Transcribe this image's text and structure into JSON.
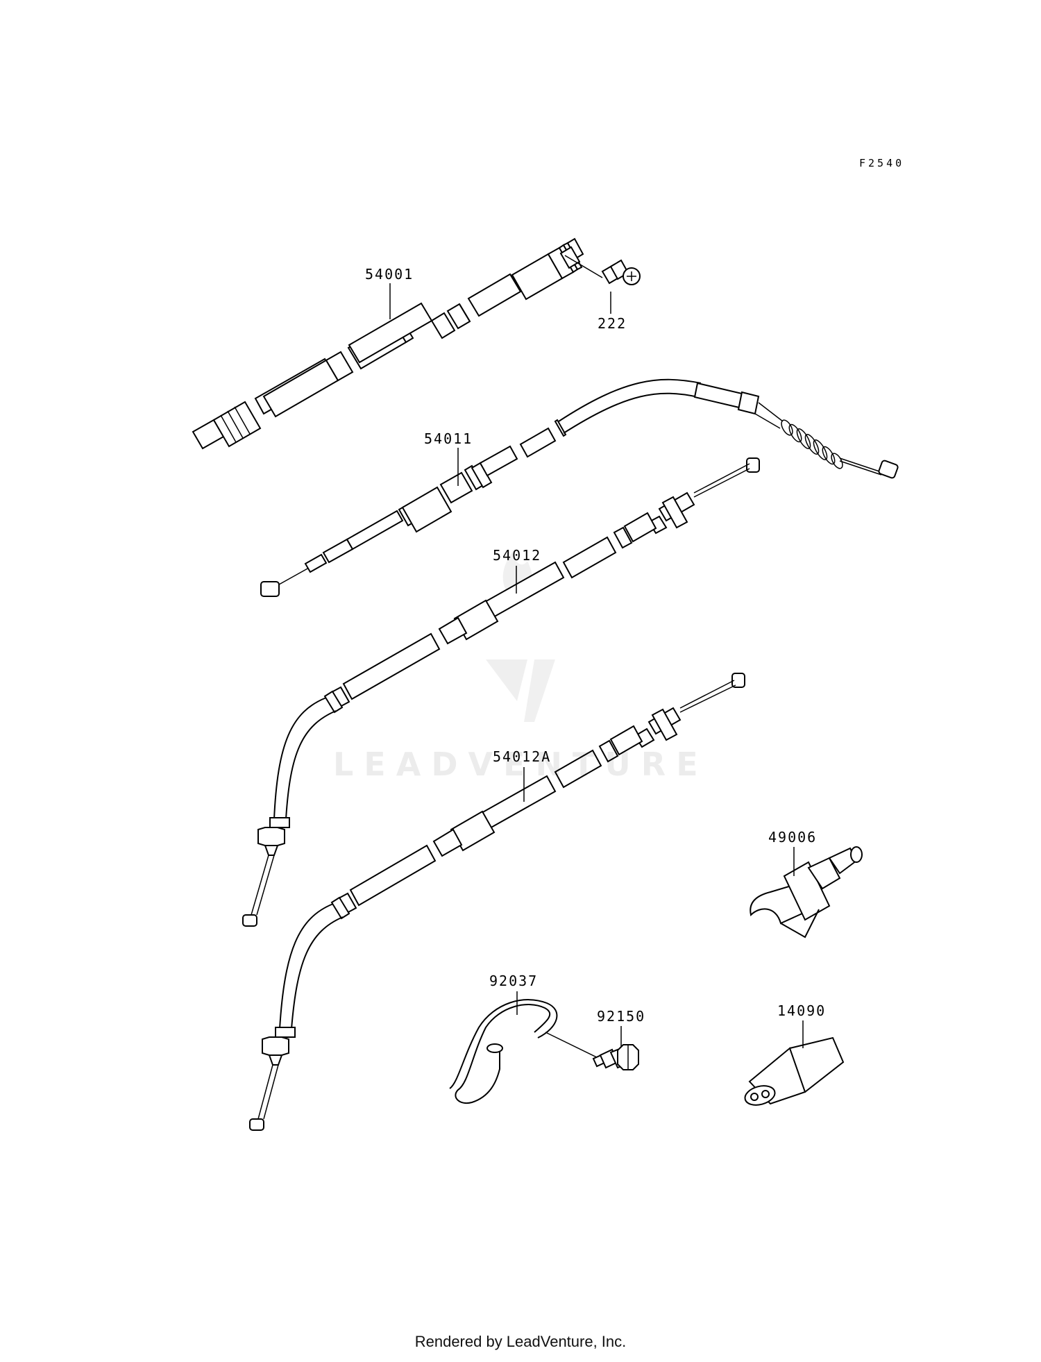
{
  "figure_id": "F2540",
  "parts": [
    {
      "id": "speedometer-cable",
      "number": "54001"
    },
    {
      "id": "screw",
      "number": "222"
    },
    {
      "id": "throttle-cable",
      "number": "54011"
    },
    {
      "id": "clutch-cable",
      "number": "54012"
    },
    {
      "id": "clutch-cable-alt",
      "number": "54012A"
    },
    {
      "id": "cover-boot",
      "number": "49006"
    },
    {
      "id": "clamp",
      "number": "92037"
    },
    {
      "id": "bolt",
      "number": "92150"
    },
    {
      "id": "cap",
      "number": "14090"
    }
  ],
  "watermark": "LEADVENTURE",
  "footer": "Rendered by LeadVenture, Inc."
}
